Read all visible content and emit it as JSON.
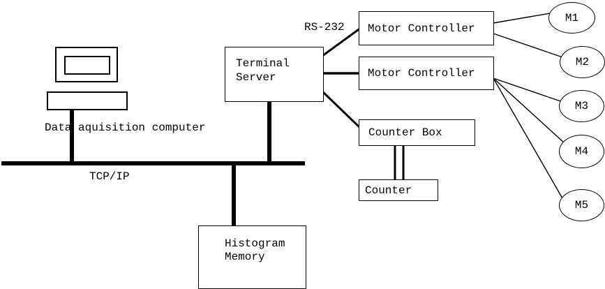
{
  "labels": {
    "data_acquisition": "Data aquisition computer",
    "tcpip": "TCP/IP",
    "rs232": "RS-232"
  },
  "nodes": {
    "terminal_server_line1": "Terminal",
    "terminal_server_line2": "Server",
    "motor_controller_1": "Motor Controller",
    "motor_controller_2": "Motor Controller",
    "counter_box": "Counter Box",
    "counter": "Counter",
    "histogram_memory_line1": "Histogram",
    "histogram_memory_line2": "Memory"
  },
  "motors": [
    {
      "label": "M1"
    },
    {
      "label": "M2"
    },
    {
      "label": "M3"
    },
    {
      "label": "M4"
    },
    {
      "label": "M5"
    }
  ],
  "colors": {
    "line": "#000000",
    "background": "#ffffff"
  }
}
